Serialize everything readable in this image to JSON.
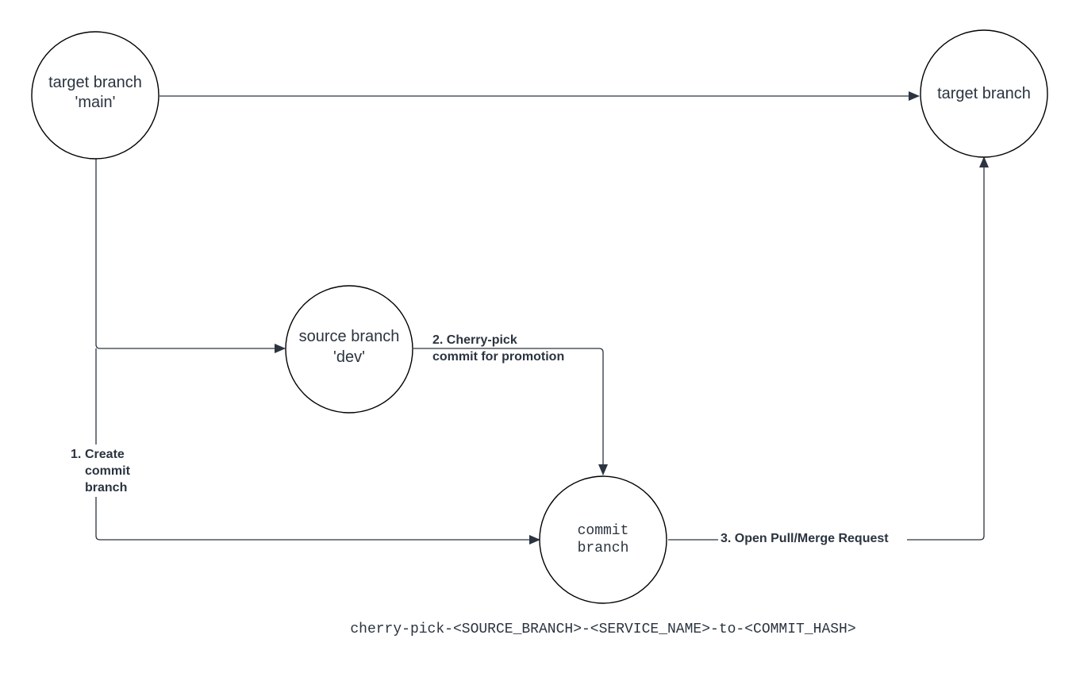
{
  "nodes": {
    "target_main": {
      "lines": [
        "target branch",
        "'main'"
      ]
    },
    "target_final": {
      "lines": [
        "target branch"
      ]
    },
    "source_dev": {
      "lines": [
        "source branch",
        "'dev'"
      ]
    },
    "commit_branch": {
      "lines": [
        "commit",
        "branch"
      ]
    }
  },
  "edges": {
    "create_commit_branch": {
      "number": "1.",
      "lines": [
        "Create",
        "commit",
        "branch"
      ]
    },
    "cherry_pick": {
      "lines": [
        "2. Cherry-pick",
        "commit for promotion"
      ]
    },
    "open_request": {
      "lines": [
        "3. Open Pull/Merge Request"
      ]
    }
  },
  "caption": "cherry-pick-<SOURCE_BRANCH>-<SERVICE_NAME>-to-<COMMIT_HASH>",
  "colors": {
    "stroke": "#2b3440",
    "circle_stroke": "#000000",
    "background": "#ffffff"
  }
}
